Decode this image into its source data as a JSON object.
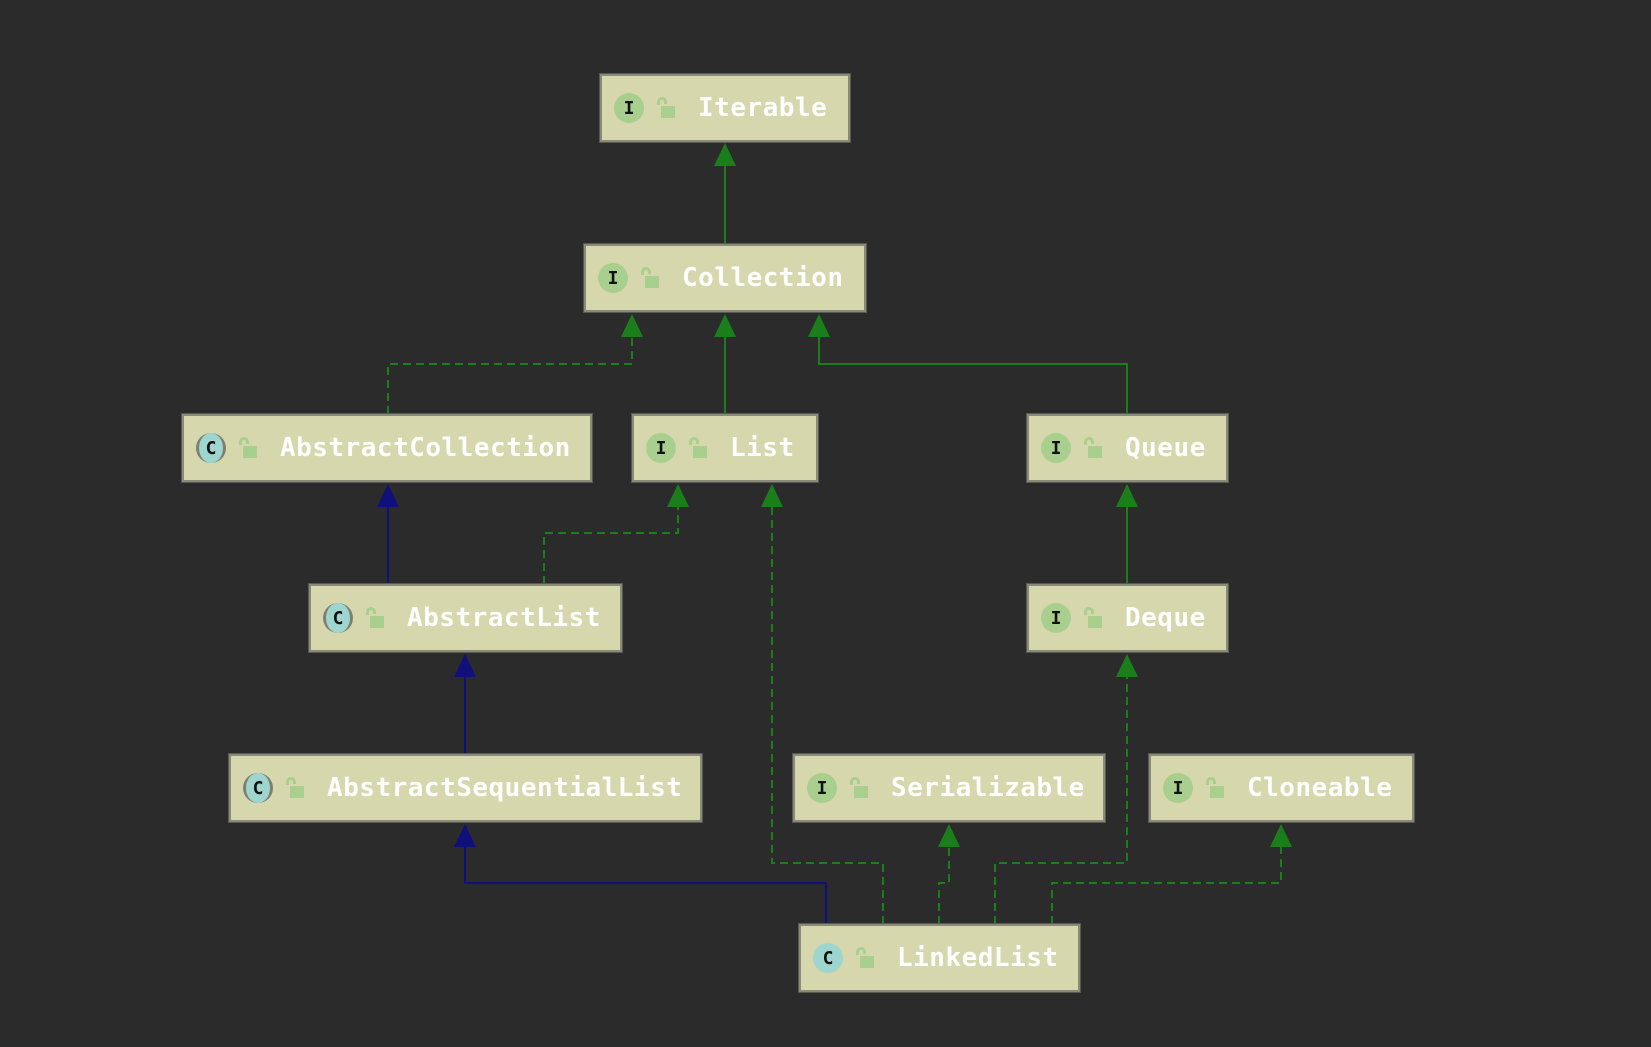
{
  "diagram": {
    "nodes": {
      "iterable": {
        "label": "Iterable",
        "kind": "interface",
        "kind_glyph": "I"
      },
      "collection": {
        "label": "Collection",
        "kind": "interface",
        "kind_glyph": "I"
      },
      "abstract_collection": {
        "label": "AbstractCollection",
        "kind": "abstract-class",
        "kind_glyph": "C"
      },
      "list": {
        "label": "List",
        "kind": "interface",
        "kind_glyph": "I"
      },
      "queue": {
        "label": "Queue",
        "kind": "interface",
        "kind_glyph": "I"
      },
      "abstract_list": {
        "label": "AbstractList",
        "kind": "abstract-class",
        "kind_glyph": "C"
      },
      "deque": {
        "label": "Deque",
        "kind": "interface",
        "kind_glyph": "I"
      },
      "abstract_sequential_list": {
        "label": "AbstractSequentialList",
        "kind": "abstract-class",
        "kind_glyph": "C"
      },
      "serializable": {
        "label": "Serializable",
        "kind": "interface",
        "kind_glyph": "I"
      },
      "cloneable": {
        "label": "Cloneable",
        "kind": "interface",
        "kind_glyph": "I"
      },
      "linked_list": {
        "label": "LinkedList",
        "kind": "class",
        "kind_glyph": "C"
      }
    },
    "edges": [
      {
        "from": "collection",
        "to": "iterable",
        "type": "extends-interface"
      },
      {
        "from": "abstract_collection",
        "to": "collection",
        "type": "implements"
      },
      {
        "from": "list",
        "to": "collection",
        "type": "extends-interface"
      },
      {
        "from": "queue",
        "to": "collection",
        "type": "extends-interface"
      },
      {
        "from": "abstract_list",
        "to": "abstract_collection",
        "type": "extends-class"
      },
      {
        "from": "abstract_list",
        "to": "list",
        "type": "implements"
      },
      {
        "from": "deque",
        "to": "queue",
        "type": "extends-interface"
      },
      {
        "from": "abstract_sequential_list",
        "to": "abstract_list",
        "type": "extends-class"
      },
      {
        "from": "linked_list",
        "to": "abstract_sequential_list",
        "type": "extends-class"
      },
      {
        "from": "linked_list",
        "to": "list",
        "type": "implements"
      },
      {
        "from": "linked_list",
        "to": "serializable",
        "type": "implements"
      },
      {
        "from": "linked_list",
        "to": "deque",
        "type": "implements"
      },
      {
        "from": "linked_list",
        "to": "cloneable",
        "type": "implements"
      }
    ],
    "colors": {
      "background": "#2b2b2b",
      "node_fill": "#d7d7ad",
      "node_border": "#8a8a7a",
      "label_text": "#ffffff",
      "interface_icon": "#a8cf8e",
      "class_icon": "#9ed6cf",
      "lock_icon": "#a8cf8e",
      "interface_edge": "#1a7f1a",
      "class_edge": "#10107a"
    }
  }
}
